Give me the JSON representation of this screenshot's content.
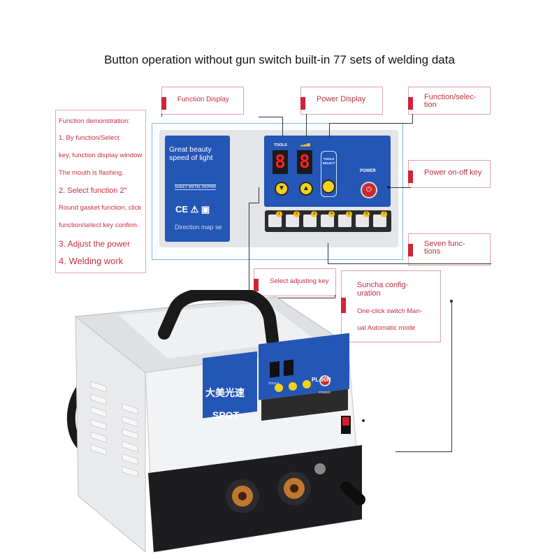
{
  "title": "Button operation without gun switch built-in 77 sets of welding data",
  "callouts": {
    "function_display": "Function Display",
    "power_display": "Power Display",
    "function_select_1": "Function/selec-",
    "function_select_2": "tion",
    "power_key": "Power on-off key",
    "seven_1": "Seven func-",
    "seven_2": "tions",
    "adjust_key": "Select adjusting key",
    "suncha_1": "Suncha config-",
    "suncha_2": "uration",
    "suncha_3": "One-click switch Man-",
    "suncha_4": "ual Automatic mode"
  },
  "demo": {
    "l1": "Function demonstration:",
    "l2": "1. By function/Select",
    "l3": "key, function display window",
    "l4": "The mouth is flashing.",
    "l5": "2. Select function 2\"",
    "l6": "Round gasket function, click",
    "l7": "function/select key confirm.",
    "l8": "3. Adjust the power",
    "l9": "4. Welding work"
  },
  "panel": {
    "left_card_1": "Great beauty",
    "left_card_2": "speed of light",
    "left_card_3": "SHEET METAL REPAIR",
    "left_card_4": "Direction map se",
    "tools": "TOOLS",
    "tools_select": "TOOLS SELECT",
    "power": "POWER",
    "digit": "8",
    "keys": [
      "1",
      "2",
      "3",
      "4",
      "5",
      "6",
      "7"
    ]
  },
  "machine": {
    "brand": "大美光速",
    "spot": "SPOT",
    "model": "PL-90N",
    "tools": "TOOLS",
    "power": "POWER"
  },
  "colors": {
    "accent_red": "#d12435",
    "panel_blue": "#2456b6",
    "button_yellow": "#f2d21a"
  }
}
